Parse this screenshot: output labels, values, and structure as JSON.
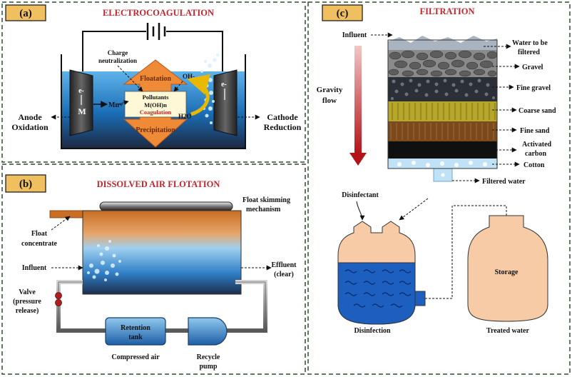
{
  "panel_a": {
    "tag": "(a)",
    "title": "ELECTROCOAGULATION",
    "charge_line1": "Charge",
    "charge_line2": "neutralization",
    "floatation": "Floatation",
    "precipitation": "Precipitation",
    "pollutants": "Pollutants",
    "moh": "M(OH)n",
    "coagulation": "Coagulation",
    "oh": "OH-",
    "h2o": "H2O",
    "mn": "Mn+",
    "m": "M",
    "e_left": "e-",
    "e_right": "e-",
    "anode_line1": "Anode",
    "anode_line2": "Oxidation",
    "cathode_line1": "Cathode",
    "cathode_line2": "Reduction"
  },
  "panel_b": {
    "tag": "(b)",
    "title": "DISSOLVED AIR FLOTATION",
    "skim_line1": "Float skimming",
    "skim_line2": "mechanism",
    "float_line1": "Float",
    "float_line2": "concentrate",
    "influent": "Influent",
    "effluent_line1": "Effluent",
    "effluent_line2": "(clear)",
    "valve_line1": "Valve",
    "valve_line2": "(pressure",
    "valve_line3": "release)",
    "retention_line1": "Retention",
    "retention_line2": "tank",
    "compressed_air": "Compressed air",
    "recycle_line1": "Recycle",
    "recycle_line2": "pump"
  },
  "panel_c": {
    "tag": "(c)",
    "title": "FILTRATION",
    "influent": "Influent",
    "gravity_line1": "Gravity",
    "gravity_line2": "flow",
    "layers": [
      "Gravel",
      "Fine gravel",
      "Coarse sand",
      "Fine sand"
    ],
    "water_line1": "Water to be",
    "water_line2": "filtered",
    "carbon_line1": "Activated",
    "carbon_line2": "carbon",
    "cotton": "Cotton",
    "filtered_water": "Filtered water",
    "disinfectant": "Disinfectant",
    "disinfection": "Disinfection",
    "storage": "Storage",
    "treated_water": "Treated water"
  },
  "colors": {
    "title_red": "#c0272d",
    "tag_bg": "#f0c060",
    "border": "#2f4f2f",
    "water_blue": "#1c6fb8",
    "float_orange": "#d07a2a",
    "tank_peach": "#f7cba6"
  }
}
